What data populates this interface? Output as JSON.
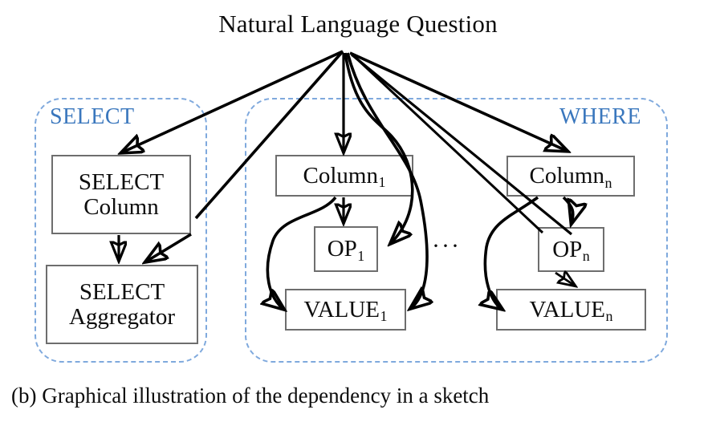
{
  "figure": {
    "title": "Natural Language Question",
    "caption": "(b) Graphical illustration of the dependency in a sketch",
    "ellipsis": "···",
    "colors": {
      "group_border": "#7fa9dd",
      "group_label": "#3a77bd",
      "node_border": "#6e6e6e",
      "edge": "#000000",
      "text": "#0d0d0d",
      "background": "#ffffff"
    }
  },
  "groups": [
    {
      "id": "select",
      "label": "SELECT",
      "label_align": "left",
      "nodes": [
        {
          "id": "select-column",
          "line1": "SELECT",
          "line2": "Column"
        },
        {
          "id": "select-aggregator",
          "line1": "SELECT",
          "line2": "Aggregator"
        }
      ]
    },
    {
      "id": "where",
      "label": "WHERE",
      "label_align": "right",
      "nodes": [
        {
          "id": "column-1",
          "base": "Column",
          "sub": "1"
        },
        {
          "id": "op-1",
          "base": "OP",
          "sub": "1"
        },
        {
          "id": "value-1",
          "base": "VALUE",
          "sub": "1"
        },
        {
          "id": "column-n",
          "base": "Column",
          "sub": "n"
        },
        {
          "id": "op-n",
          "base": "OP",
          "sub": "n"
        },
        {
          "id": "value-n",
          "base": "VALUE",
          "sub": "n"
        }
      ]
    }
  ],
  "edges": {
    "hub": "Natural Language Question",
    "from_hub_to": [
      "select-column",
      "select-aggregator",
      "column-1",
      "op-1",
      "value-1",
      "column-n",
      "value-n"
    ],
    "internal": [
      {
        "from": "select-column",
        "to": "select-aggregator"
      },
      {
        "from": "column-1",
        "to": "op-1"
      },
      {
        "from": "column-1",
        "to": "value-1"
      },
      {
        "from": "column-n",
        "to": "op-n"
      },
      {
        "from": "column-n",
        "to": "value-n"
      },
      {
        "from": "op-n",
        "to": "value-n"
      }
    ]
  }
}
